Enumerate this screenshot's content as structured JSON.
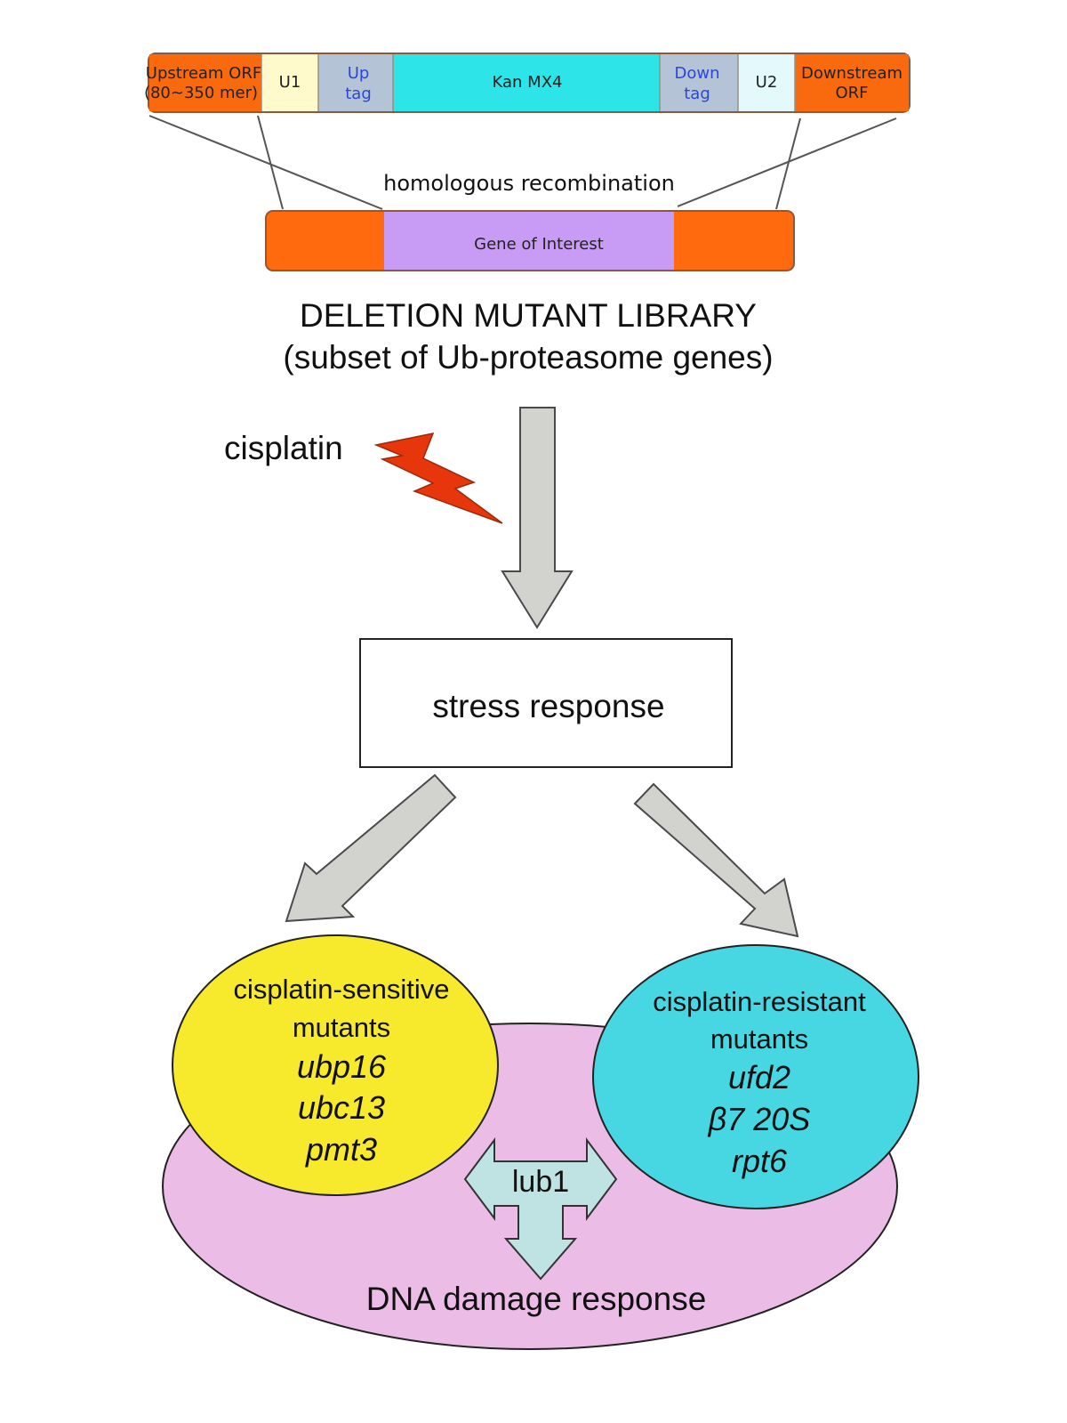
{
  "cassette": {
    "segments": [
      {
        "line1": "Upstream ORF",
        "line2": "(80~350 mer)",
        "color": "#f96a0e",
        "text_color": "#222222"
      },
      {
        "line1": "U1",
        "line2": "",
        "color": "#fffacc",
        "text_color": "#222222"
      },
      {
        "line1": "Up",
        "line2": "tag",
        "color": "#b4c3d6",
        "text_color": "#2b45d9"
      },
      {
        "line1": "Kan MX4",
        "line2": "",
        "color": "#2de4e8",
        "text_color": "#222222"
      },
      {
        "line1": "Down",
        "line2": "tag",
        "color": "#b4c3d6",
        "text_color": "#2b45d9"
      },
      {
        "line1": "U2",
        "line2": "",
        "color": "#e3f9fb",
        "text_color": "#222222"
      },
      {
        "line1": "Downstream",
        "line2": "ORF",
        "color": "#f96a0e",
        "text_color": "#222222"
      }
    ]
  },
  "recombination_label": "homologous recombination",
  "target_gene": {
    "label": "Gene of Interest",
    "flank_color": "#ff6a0e",
    "gene_color": "#c89cf4"
  },
  "library": {
    "title": "DELETION MUTANT LIBRARY",
    "subtitle": "(subset of Ub-proteasome genes)"
  },
  "treatment": {
    "label": "cisplatin",
    "bolt_color": "#e8360c"
  },
  "stress_box": {
    "label": "stress response"
  },
  "sensitive": {
    "line1": "cisplatin-sensitive",
    "line2": "mutants",
    "genes": [
      "ubp16",
      "ubc13",
      "pmt3"
    ],
    "color": "#f7e92b"
  },
  "resistant": {
    "line1": "cisplatin-resistant",
    "line2": "mutants",
    "genes": [
      "ufd2",
      "β7 20S",
      "rpt6"
    ],
    "color": "#47d7e2"
  },
  "center_arrow": {
    "label": "lub1",
    "color": "#bfe3e2"
  },
  "dna_damage": {
    "label": "DNA damage response",
    "color": "#ebbde6"
  },
  "arrow_color": "#d2d2cf"
}
